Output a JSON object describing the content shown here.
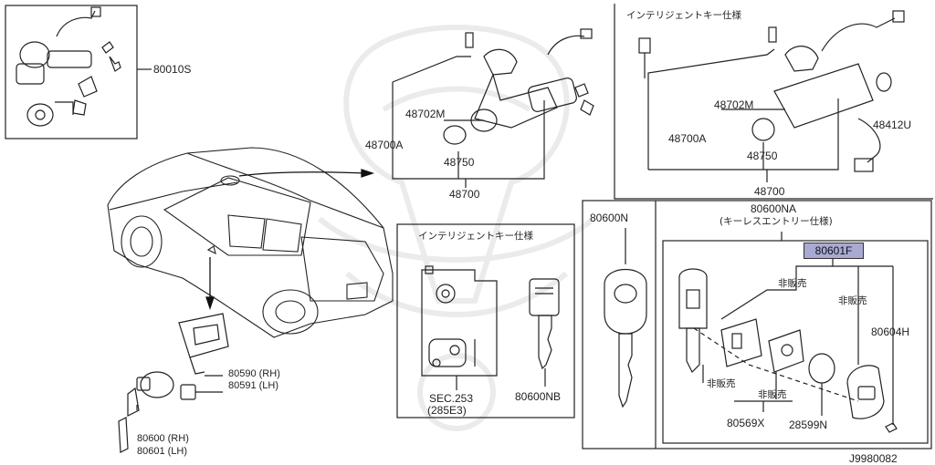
{
  "diagram": {
    "drawing_code": "J9980082",
    "labels": {
      "kit_set": "80010S",
      "ign_wire": "48700A",
      "ign_insert": "48702M",
      "ign_cyl": "48750",
      "ign_assy": "48700",
      "ik_title": "インテリジェントキー仕様",
      "ik_wire": "48700A",
      "ik_insert": "48702M",
      "ik_cyl": "48750",
      "ik_assy": "48700",
      "ik_switch": "48412U",
      "ik2_title": "インテリジェントキー仕様",
      "sec_ref": "SEC.253",
      "sec_ref_sub": "(285E3)",
      "blank_key": "80600NB",
      "key_blank": "80600N",
      "keyless_key": "80600NA",
      "keyless_sub": "(キーレスエントリー仕様)",
      "keyless_unit": "80601F",
      "not_sold_1": "非販売",
      "not_sold_2": "非販売",
      "not_sold_3": "非販売",
      "not_sold_4": "非販売",
      "case_lower": "80569X",
      "battery": "28599N",
      "case_upper": "80604H",
      "door_rod_rh": "80590 (RH)",
      "door_rod_lh": "80591 (LH)",
      "door_cyl_rh": "80600 (RH)",
      "door_cyl_lh": "80601 (LH)"
    }
  }
}
